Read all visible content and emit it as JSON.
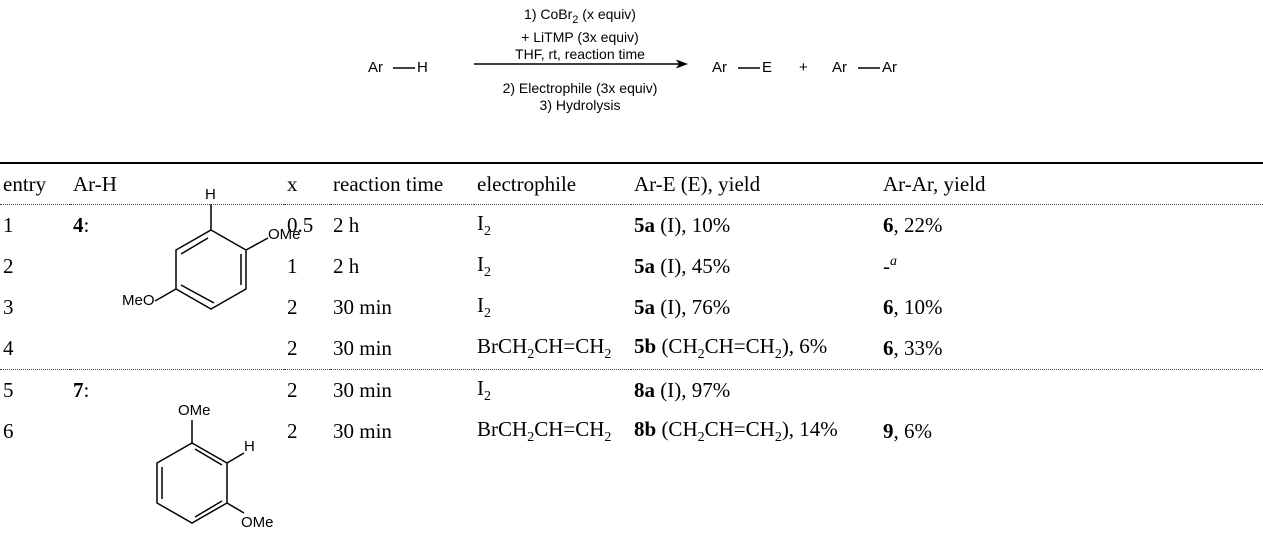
{
  "scheme": {
    "reactant": "Ar",
    "reactant_atom": "H",
    "condition1_line1": "1) CoBr",
    "condition1_sub": "2",
    "condition1_line1_tail": " (x equiv)",
    "condition1_line2": "+ LiTMP (3x equiv)",
    "condition1_line3": "THF, rt, reaction time",
    "condition2_line1": "2) Electrophile (3x equiv)",
    "condition2_line2": "3) Hydrolysis",
    "product1_ar": "Ar",
    "product1_e": "E",
    "plus": "+",
    "product2_ar1": "Ar",
    "product2_ar2": "Ar"
  },
  "table": {
    "headers": [
      "entry",
      "Ar-H",
      "x",
      "reaction time",
      "electrophile",
      "Ar-E (E), yield",
      "Ar-Ar, yield"
    ],
    "compound1_label": "4",
    "compound2_label": "7",
    "rows": [
      {
        "entry": "1",
        "x": "0.5",
        "time": "2 h",
        "e_main": "I",
        "e_sub": "2",
        "pe_bold": "5a",
        "pe_rest": " (I), 10%",
        "pa_bold": "6",
        "pa_rest": ", 22%"
      },
      {
        "entry": "2",
        "x": "1",
        "time": "2 h",
        "e_main": "I",
        "e_sub": "2",
        "pe_bold": "5a",
        "pe_rest": " (I), 45%",
        "pa_bold": "",
        "pa_rest": "-",
        "pa_note": "a"
      },
      {
        "entry": "3",
        "x": "2",
        "time": "30 min",
        "e_main": "I",
        "e_sub": "2",
        "pe_bold": "5a",
        "pe_rest": " (I), 76%",
        "pa_bold": "6",
        "pa_rest": ", 10%"
      },
      {
        "entry": "4",
        "x": "2",
        "time": "30 min",
        "e_a": "BrCH",
        "e_a_sub": "2",
        "e_b": "CH=CH",
        "e_b_sub": "2",
        "pe_bold": "5b",
        "pe_a": " (CH",
        "pe_a_sub": "2",
        "pe_b": "CH=CH",
        "pe_b_sub": "2",
        "pe_c": "), 6%",
        "pa_bold": "6",
        "pa_rest": ", 33%"
      },
      {
        "entry": "5",
        "x": "2",
        "time": "30 min",
        "e_main": "I",
        "e_sub": "2",
        "pe_bold": "8a",
        "pe_rest": " (I), 97%",
        "pa_bold": "",
        "pa_rest": ""
      },
      {
        "entry": "6",
        "x": "2",
        "time": "30 min",
        "e_a": "BrCH",
        "e_a_sub": "2",
        "e_b": "CH=CH",
        "e_b_sub": "2",
        "pe_bold": "8b",
        "pe_a": " (CH",
        "pe_a_sub": "2",
        "pe_b": "CH=CH",
        "pe_b_sub": "2",
        "pe_c": "), 14%",
        "pa_bold": "9",
        "pa_rest": ", 6%"
      }
    ]
  },
  "molecule1": {
    "atom_h": "H",
    "group_right": "OMe",
    "group_left": "MeO"
  },
  "molecule2": {
    "group_top": "OMe",
    "atom_h": "H",
    "group_bottom": "OMe"
  }
}
